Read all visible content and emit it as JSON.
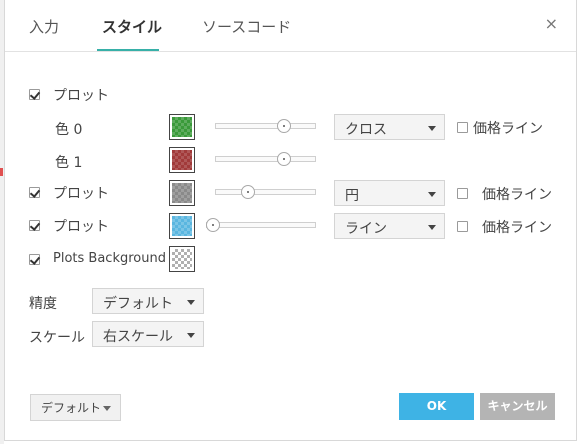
{
  "tabs": [
    {
      "label": "入力"
    },
    {
      "label": "スタイル"
    },
    {
      "label": "ソースコード"
    }
  ],
  "close_glyph": "×",
  "plots": [
    {
      "label": "プロット",
      "checked": true
    },
    {
      "label": "色 0",
      "color": "#3a9a3a",
      "slider": 0.72,
      "style": "クロス",
      "price_line_label": "価格ライン",
      "price_line": false
    },
    {
      "label": "色 1",
      "color": "#a13a3a",
      "slider": 0.72
    },
    {
      "label": "プロット",
      "checked": true,
      "color": "#8a8a8a",
      "slider": 0.3,
      "style": "円",
      "price_line_label": "価格ライン",
      "price_line": false
    },
    {
      "label": "プロット",
      "checked": true,
      "color": "#5ab6e0",
      "slider": 0.0,
      "style": "ライン",
      "price_line_label": "価格ライン",
      "price_line": false
    },
    {
      "label": "Plots Background",
      "checked": true
    }
  ],
  "precision": {
    "label": "精度",
    "value": "デフォルト"
  },
  "scale": {
    "label": "スケール",
    "value": "右スケール"
  },
  "footer": {
    "default_label": "デフォルト",
    "ok_label": "OK",
    "cancel_label": "キャンセル"
  },
  "colors": {
    "accent": "#37b0a8",
    "ok": "#3eb3e5",
    "cancel": "#b4b4b4"
  }
}
